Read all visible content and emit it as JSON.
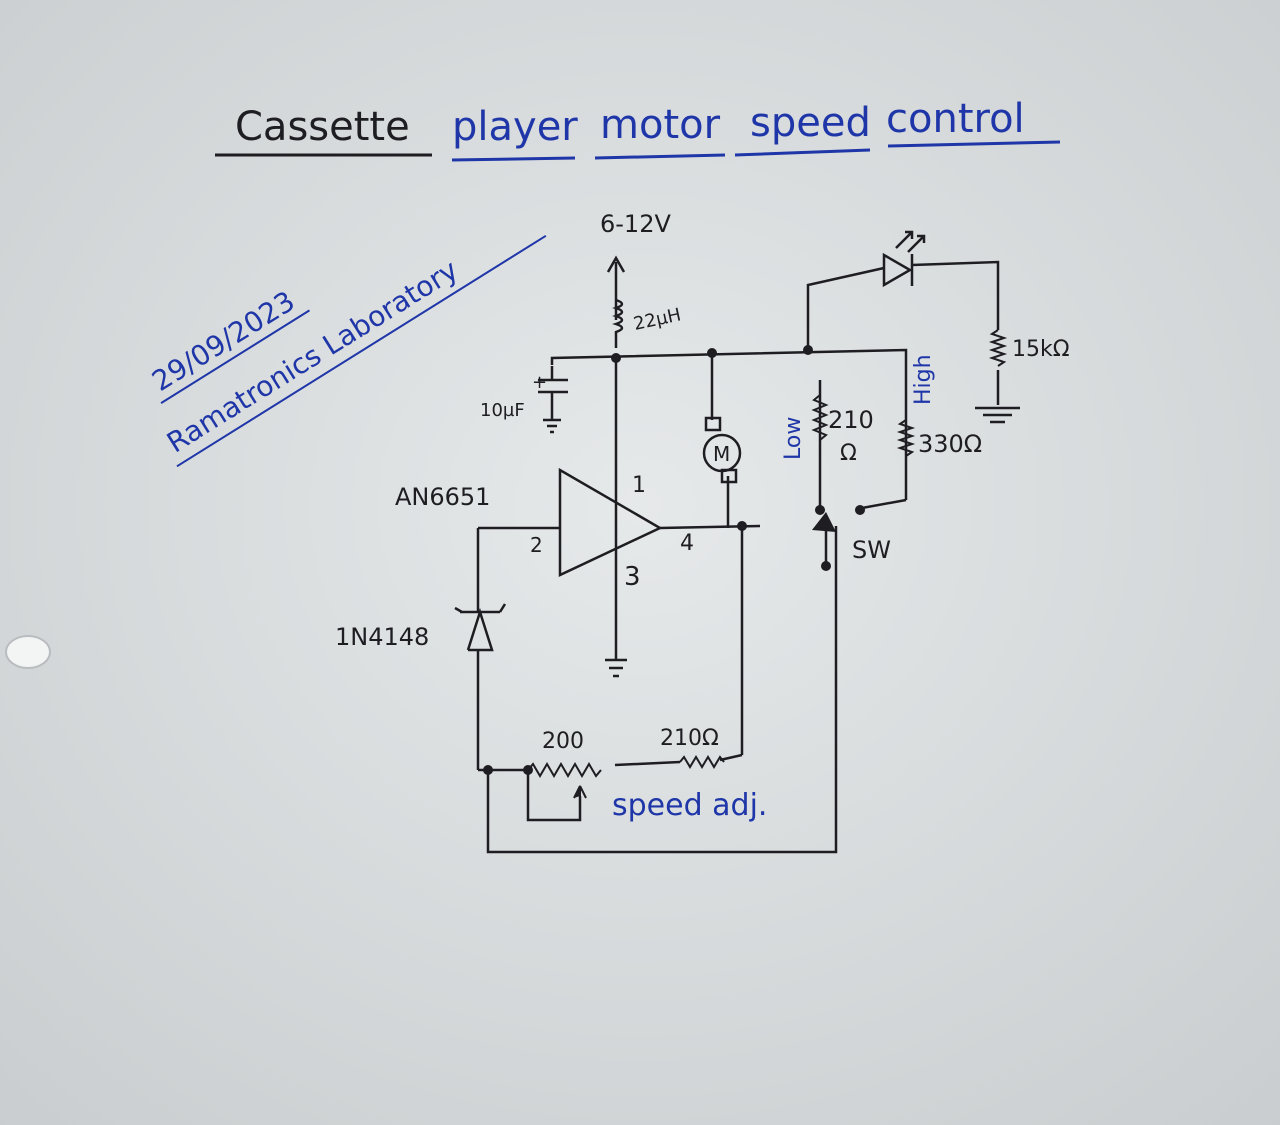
{
  "title": {
    "words": [
      "Cassette",
      "player",
      "motor",
      "speed",
      "control"
    ]
  },
  "annotation": {
    "date": "29/09/2023",
    "lab": "Ramatronics Laboratory"
  },
  "labels": {
    "supply": "6-12V",
    "inductor": "22µH",
    "capacitor": "10µF",
    "ic": "AN6651",
    "pin1": "1",
    "pin2": "2",
    "pin3": "3",
    "pin4": "4",
    "motor": "M",
    "diode": "1N4148",
    "pot": "200",
    "resistor_210_bottom": "210Ω",
    "speed_adj": "speed adj.",
    "low": "Low",
    "high": "High",
    "r_210_value": "210",
    "r_210_unit": "Ω",
    "r_330": "330Ω",
    "r_15k": "15kΩ",
    "switch": "SW"
  },
  "colors": {
    "paper": "#d8dcdd",
    "ink_black": "#1d1d22",
    "ink_blue": "#1f36a8"
  }
}
